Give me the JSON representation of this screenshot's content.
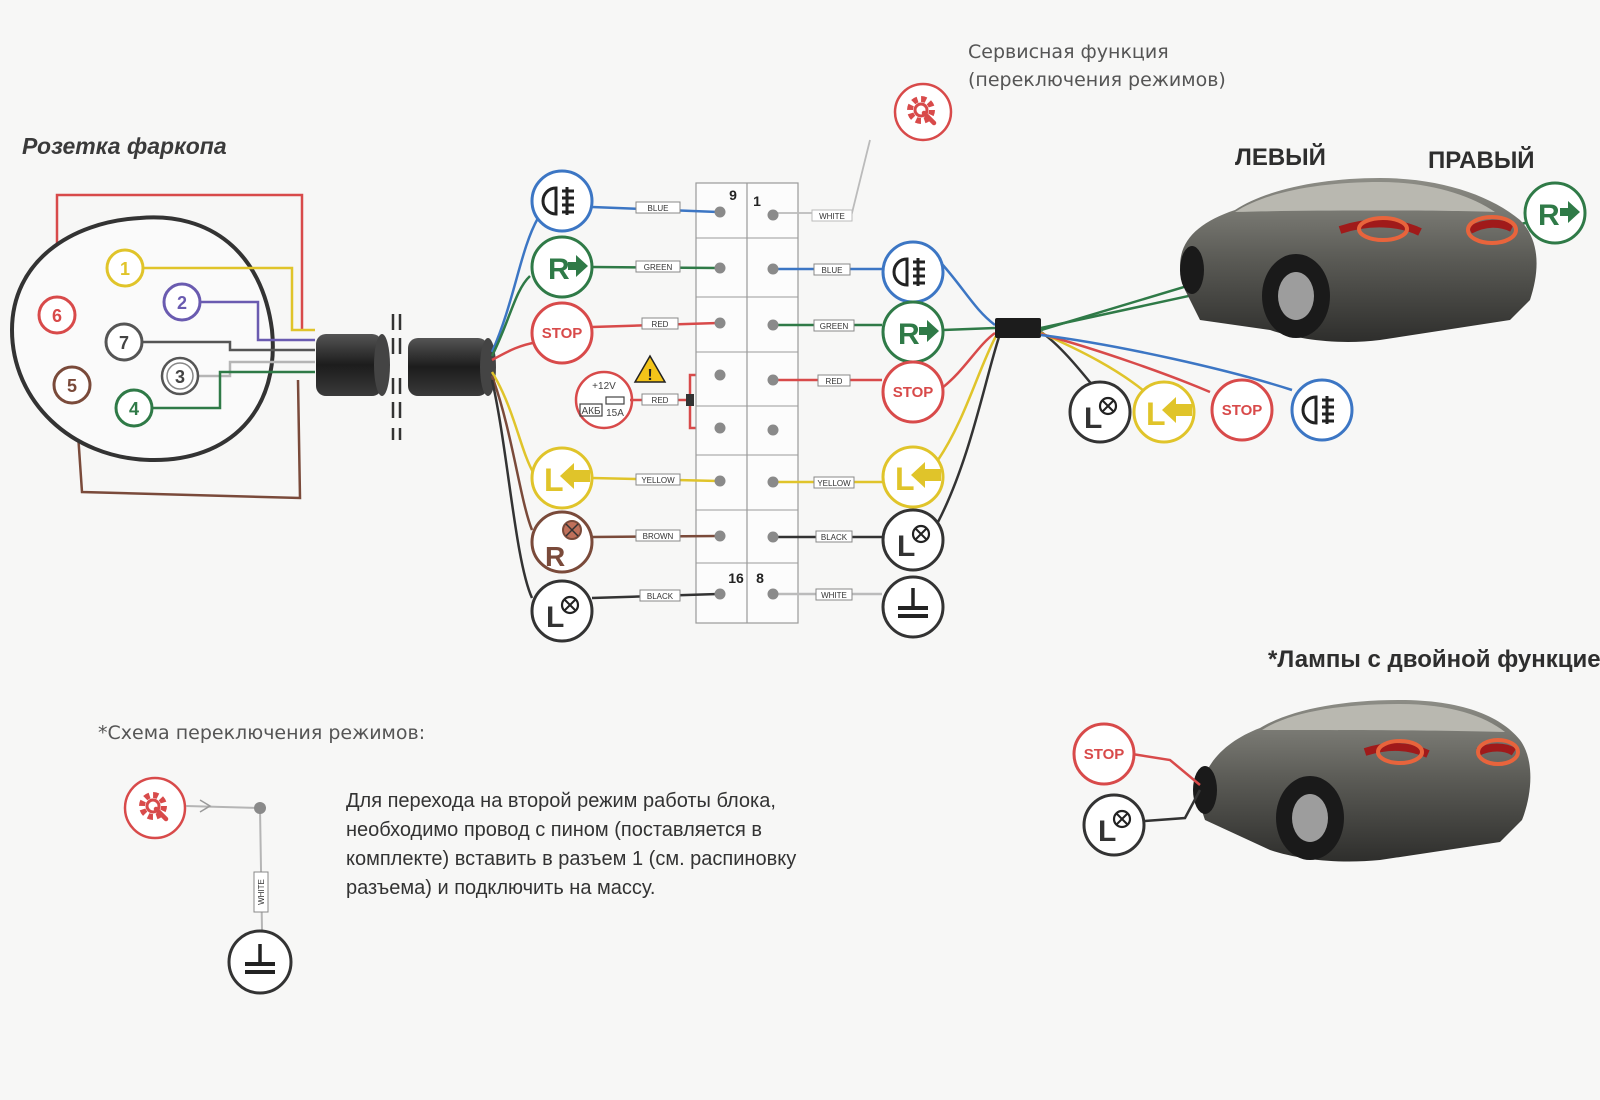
{
  "socket_title": "Розетка фаркопа",
  "service": {
    "line1": "Сервисная функция",
    "line2": "(переключения режимов)"
  },
  "car_labels": {
    "left": "ЛЕВЫЙ",
    "right": "ПРАВЫЙ"
  },
  "dual_lamps_title": "*Лампы с двойной функцией",
  "mode_scheme_title": "*Схема переключения режимов:",
  "instructions": [
    "Для перехода на второй режим работы блока,",
    "необходимо провод с пином (поставляется в",
    "комплекте) вставить в разъем 1 (см. распиновку",
    "разъема) и подключить на массу."
  ],
  "socket_pins": [
    "1",
    "2",
    "3",
    "4",
    "5",
    "6",
    "7"
  ],
  "connector_pins": {
    "top_left": "9",
    "top_right": "1",
    "bottom_left": "16",
    "bottom_right": "8"
  },
  "symbols": {
    "stop": "STOP",
    "right": "R",
    "left": "L"
  },
  "battery": {
    "voltage": "+12V",
    "label": "АКБ",
    "fuse": "15A"
  },
  "wire_labels": {
    "left": [
      "BLUE",
      "GREEN",
      "RED",
      "RED",
      "YELLOW",
      "BROWN",
      "BLACK"
    ],
    "right": [
      "WHITE",
      "BLUE",
      "GREEN",
      "RED",
      "YELLOW",
      "BLACK",
      "WHITE"
    ],
    "mode": "WHITE"
  },
  "colors": {
    "red": "#d84a4a",
    "green": "#2f7a47",
    "blue": "#3c76c4",
    "yellow": "#e0c42a",
    "brown": "#7a4a3a",
    "black": "#333333",
    "white": "#b9b9b9",
    "purple": "#6a5bb0"
  }
}
